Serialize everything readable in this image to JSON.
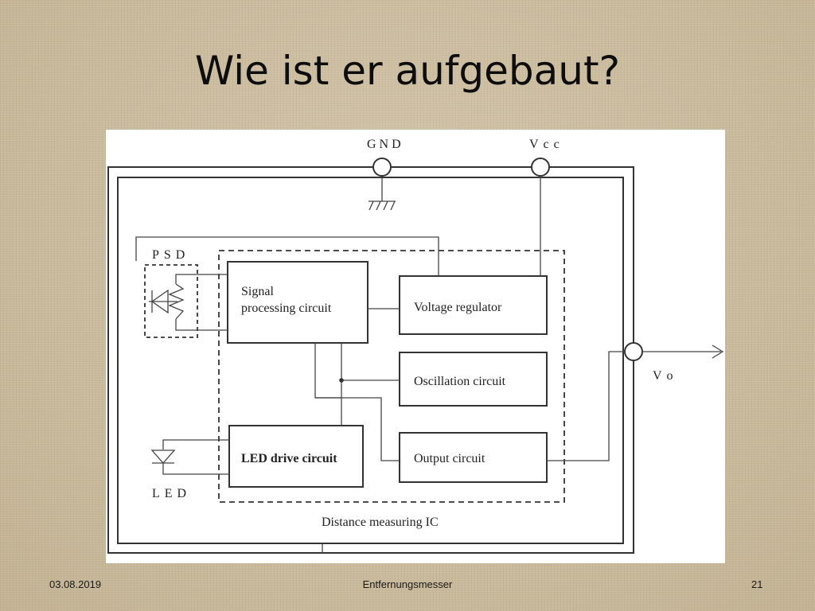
{
  "slide": {
    "title": "Wie ist er aufgebaut?"
  },
  "diagram": {
    "pins": {
      "gnd": "GND",
      "vcc": "Vcc",
      "vo": "Vo"
    },
    "components": {
      "psd": "PSD",
      "led": "LED"
    },
    "blocks": {
      "signal_line1": "Signal",
      "signal_line2": "processing circuit",
      "voltage_regulator": "Voltage regulator",
      "oscillation": "Oscillation circuit",
      "led_drive": "LED drive circuit",
      "output": "Output circuit"
    },
    "ic_label": "Distance measuring IC"
  },
  "footer": {
    "date": "03.08.2019",
    "title": "Entfernungsmesser",
    "page": "21"
  }
}
